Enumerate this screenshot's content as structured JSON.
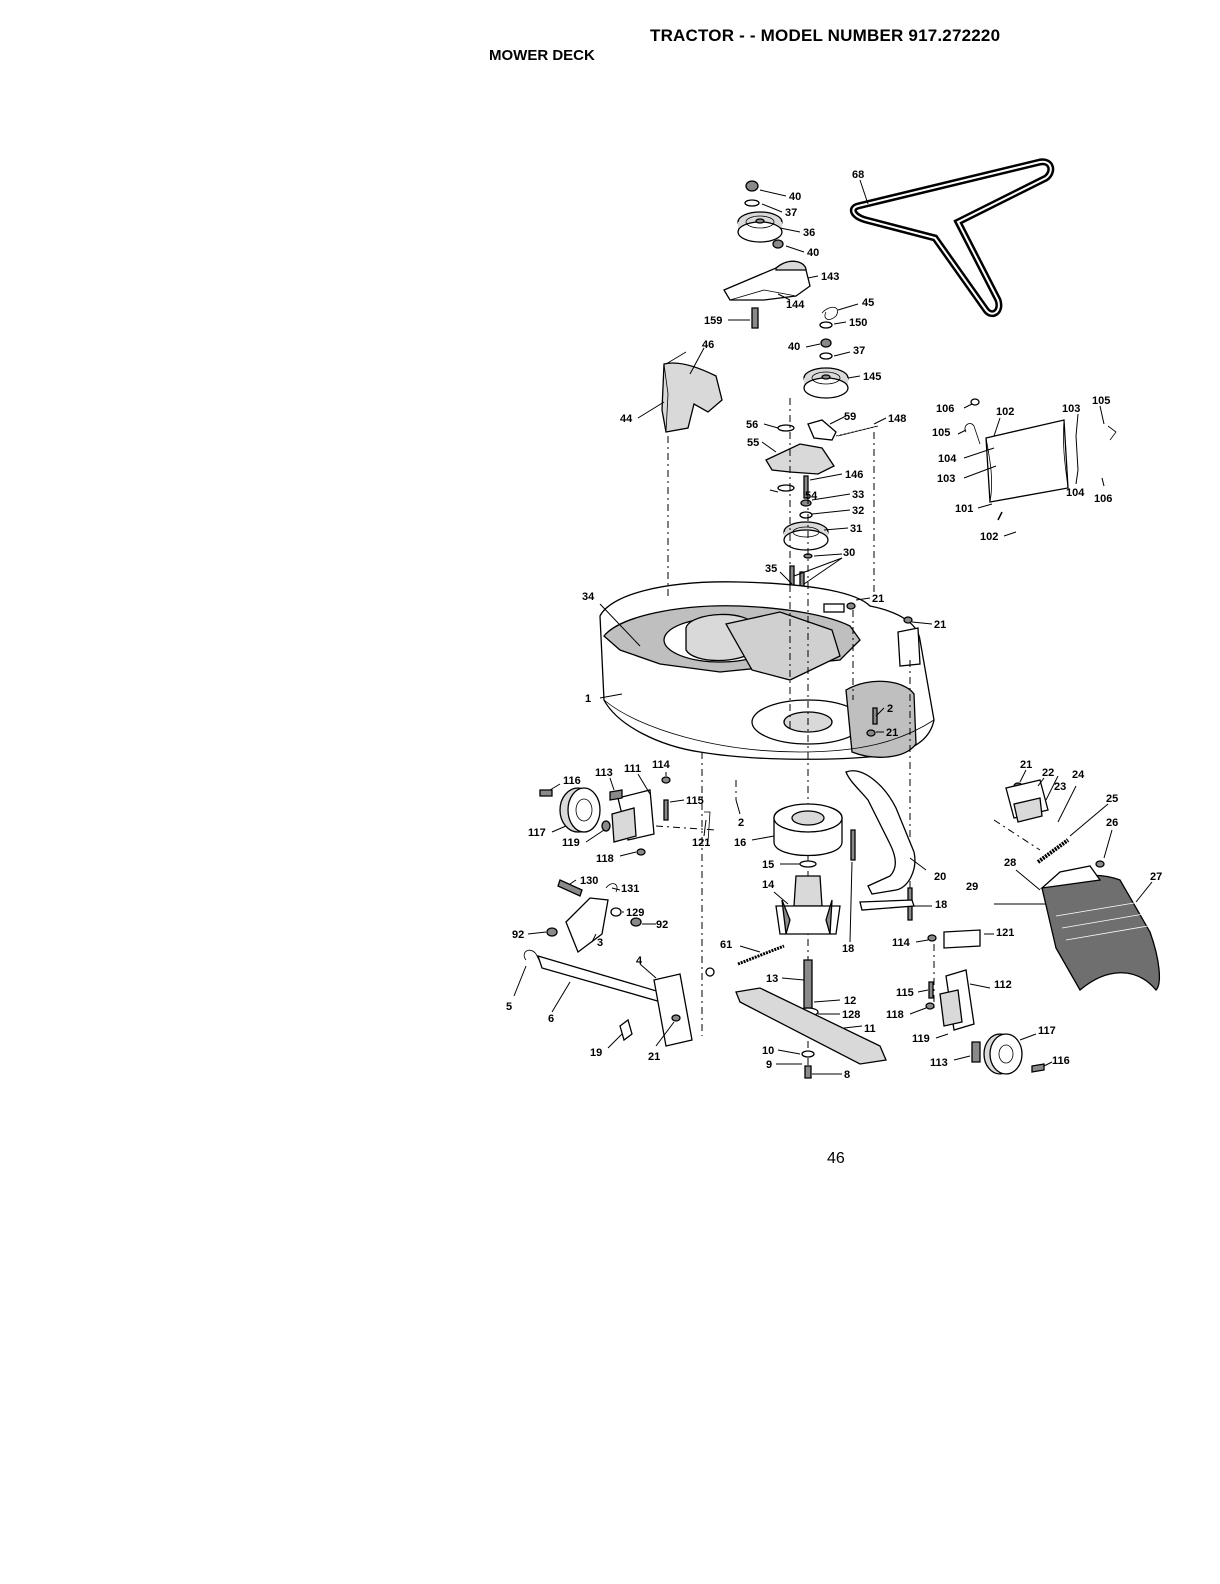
{
  "header": {
    "title": "TRACTOR - - MODEL NUMBER 917.272220",
    "subtitle": "MOWER DECK"
  },
  "footer": {
    "page_number": "46"
  },
  "callouts": [
    "40",
    "37",
    "36",
    "40",
    "68",
    "143",
    "144",
    "159",
    "45",
    "150",
    "40",
    "37",
    "145",
    "46",
    "44",
    "56",
    "59",
    "148",
    "55",
    "146",
    "54",
    "33",
    "32",
    "31",
    "30",
    "35",
    "34",
    "21",
    "21",
    "1",
    "2",
    "21",
    "106",
    "102",
    "103",
    "105",
    "105",
    "104",
    "103",
    "104",
    "106",
    "101",
    "102",
    "116",
    "113",
    "111",
    "114",
    "115",
    "117",
    "119",
    "118",
    "121",
    "2",
    "16",
    "15",
    "14",
    "20",
    "18",
    "18",
    "130",
    "131",
    "129",
    "92",
    "92",
    "3",
    "61",
    "5",
    "6",
    "4",
    "21",
    "19",
    "13",
    "12",
    "128",
    "11",
    "10",
    "9",
    "8",
    "21",
    "22",
    "23",
    "24",
    "25",
    "26",
    "28",
    "29",
    "27",
    "114",
    "121",
    "115",
    "112",
    "118",
    "119",
    "117",
    "113",
    "116"
  ]
}
